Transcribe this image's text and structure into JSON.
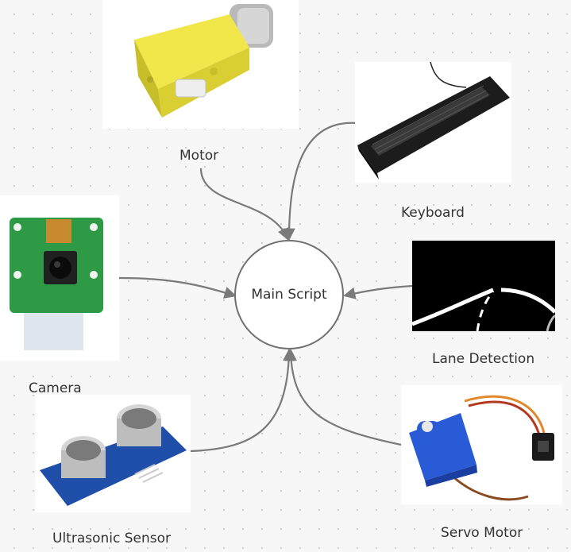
{
  "hub": {
    "label": "Main Script"
  },
  "nodes": {
    "motor": {
      "label": "Motor"
    },
    "keyboard": {
      "label": "Keyboard"
    },
    "camera": {
      "label": "Camera"
    },
    "lane": {
      "label": "Lane Detection"
    },
    "ultrasonic": {
      "label": "Ultrasonic Sensor"
    },
    "servo": {
      "label": "Servo Motor"
    }
  },
  "colors": {
    "connector": "#7a7a7a",
    "motor_body": "#f1e64a",
    "pcb": "#2e9a46",
    "sensor_board": "#1f4fa8",
    "servo_body": "#2a5bd7",
    "lane_lines": "#ffffff"
  }
}
